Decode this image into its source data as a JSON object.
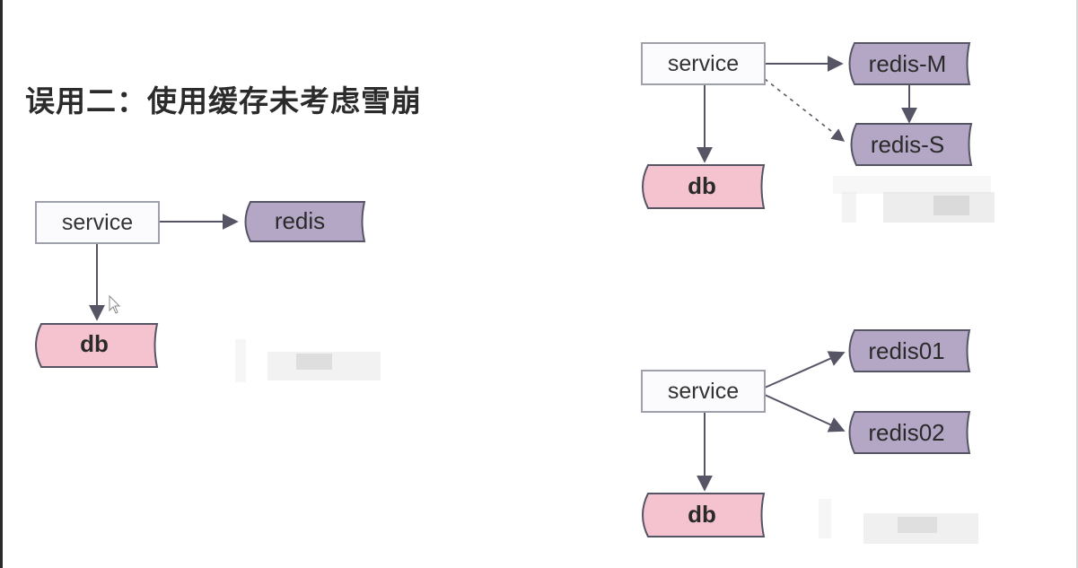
{
  "title": "误用二：使用缓存未考虑雪崩",
  "colors": {
    "service_fill": "#fbfbfd",
    "service_stroke": "#9ea0aa",
    "redis_fill": "#b3a7c5",
    "redis_stroke": "#555565",
    "db_fill": "#f4c3cf",
    "db_stroke": "#555565",
    "arrow": "#555565"
  },
  "diagrams": {
    "single": {
      "service": "service",
      "redis": "redis",
      "db": "db"
    },
    "master_slave": {
      "service": "service",
      "redis_master": "redis-M",
      "redis_slave": "redis-S",
      "db": "db"
    },
    "sharded": {
      "service": "service",
      "redis_1": "redis01",
      "redis_2": "redis02",
      "db": "db"
    }
  }
}
